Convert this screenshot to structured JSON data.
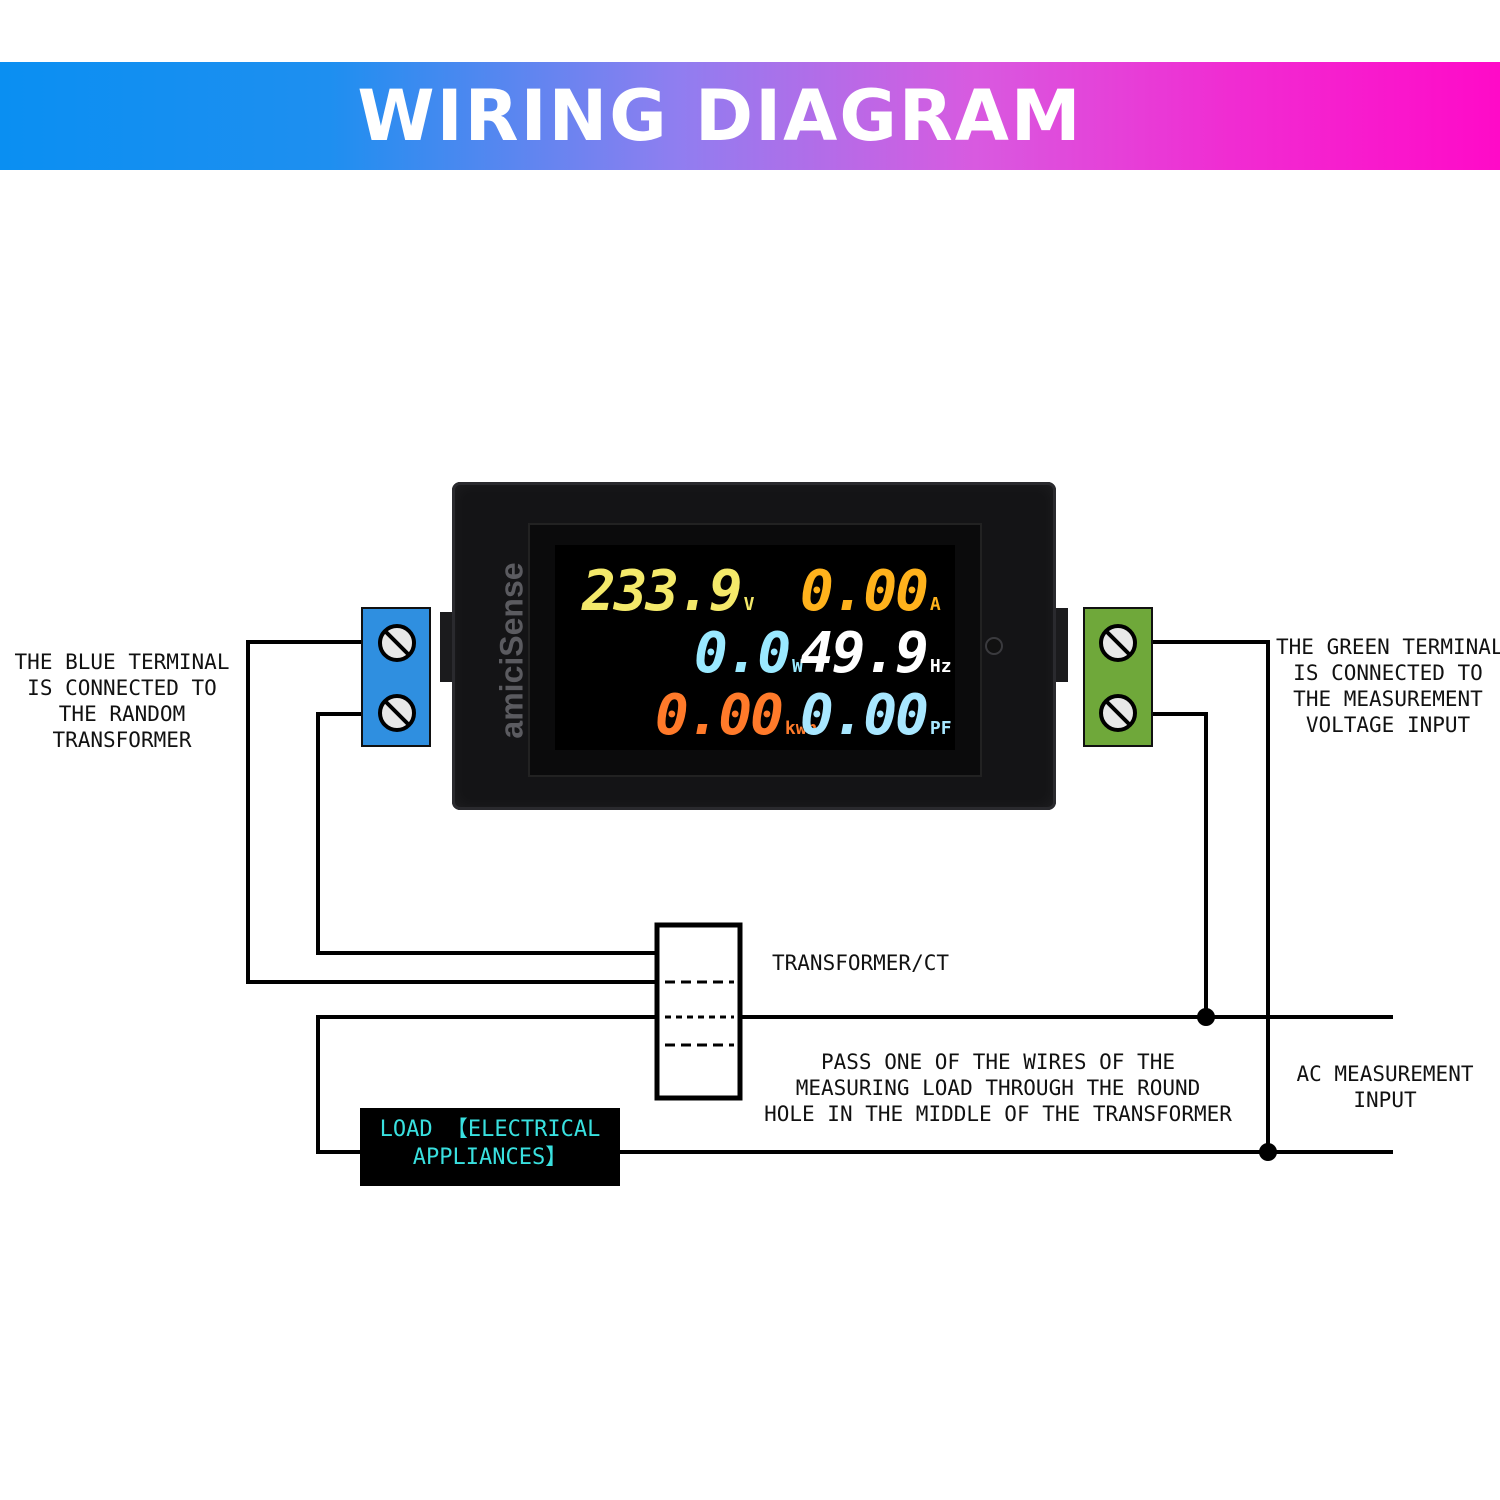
{
  "header": {
    "title": "WIRING DIAGRAM"
  },
  "meter": {
    "brand": "amiciSense",
    "readings": [
      {
        "value": "233.9",
        "unit": "V",
        "color": "#f4e96a"
      },
      {
        "value": "0.00",
        "unit": "A",
        "color": "#ffb21c"
      },
      {
        "value": "0.0",
        "unit": "W",
        "color": "#9ae9ff"
      },
      {
        "value": "49.9",
        "unit": "Hz",
        "color": "#ffffff"
      },
      {
        "value": "0.00",
        "unit": "kwh",
        "color": "#ff7a2a"
      },
      {
        "value": "0.00",
        "unit": "PF",
        "color": "#a8e7ff"
      }
    ]
  },
  "terminals": {
    "blue": {
      "color": "#2f8fe0"
    },
    "green": {
      "color": "#6fa83a"
    }
  },
  "labels": {
    "blue_terminal": [
      "THE BLUE TERMINAL",
      "IS CONNECTED TO",
      "THE RANDOM",
      "TRANSFORMER"
    ],
    "green_terminal": [
      "THE GREEN TERMINAL",
      "IS CONNECTED TO",
      "THE MEASUREMENT",
      "VOLTAGE INPUT"
    ],
    "transformer": "TRANSFORMER/CT",
    "pass_wire": [
      "PASS ONE OF THE WIRES OF THE",
      "MEASURING LOAD THROUGH THE ROUND",
      "HOLE IN THE MIDDLE OF THE TRANSFORMER"
    ],
    "ac_input": [
      "AC MEASUREMENT",
      "INPUT"
    ],
    "load": [
      "LOAD 【ELECTRICAL",
      "APPLIANCES】"
    ]
  }
}
